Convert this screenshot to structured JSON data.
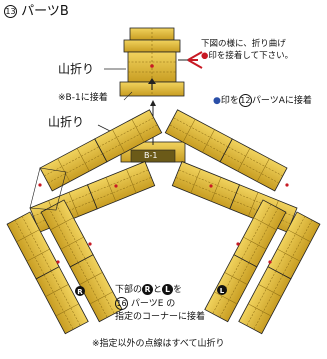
{
  "title": {
    "num": "13",
    "text": "パーツB"
  },
  "fold_note": {
    "line1": "下図の様に、折り曲げ",
    "dot": "●",
    "line2": "印を接着して下さい。"
  },
  "mountain_fold_label_top": "山折り",
  "mountain_fold_label_mid": "山折り",
  "attach_note": "※B-1に接着",
  "dot_note": {
    "dot": "●",
    "pre": "印を",
    "num": "12",
    "post": "パーツAに接着"
  },
  "b1_label": "B-1",
  "bottom_note": {
    "line1_pre": "下部の",
    "letter_r": "R",
    "mid": "と",
    "letter_l": "L",
    "line1_post": "を",
    "line2_num": "16",
    "line2_text": "パーツE の",
    "line3": "指定のコーナーに接着"
  },
  "footer": "※指定以外の点線はすべて山折り",
  "colors": {
    "gold": "#d8b12a",
    "gold_dark": "#a8831a",
    "gold_light": "#f1d35e",
    "red": "#c81a24",
    "line": "#222222"
  }
}
